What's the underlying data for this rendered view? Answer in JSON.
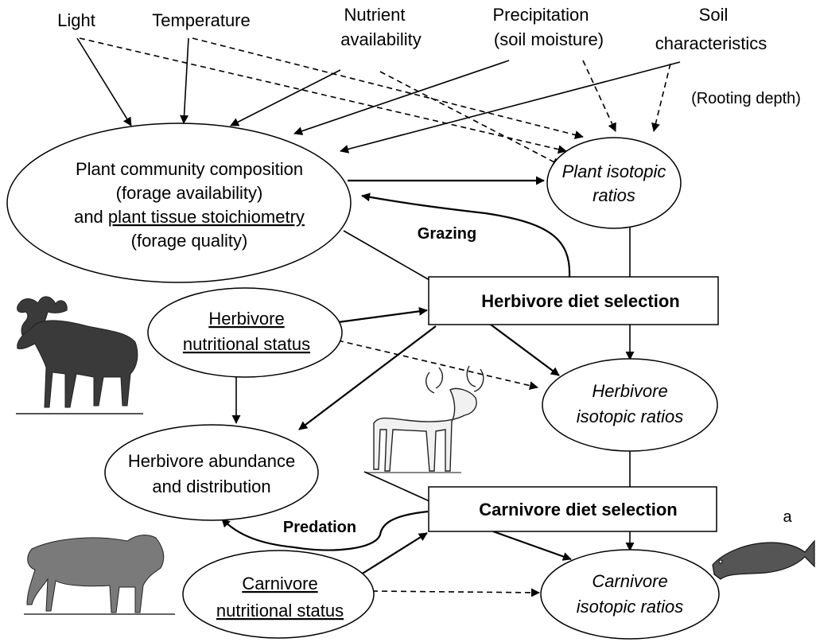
{
  "drivers": {
    "light": "Light",
    "temperature": "Temperature",
    "nutrient_line1": "Nutrient",
    "nutrient_line2": "availability",
    "precip_line1": "Precipitation",
    "precip_line2": "(soil moisture)",
    "soil_line1": "Soil",
    "soil_line2": "characteristics",
    "rooting": "(Rooting depth)"
  },
  "nodes": {
    "plant_community": {
      "line1": "Plant community  composition",
      "line2": "(forage availability)",
      "line3_prefix": "and ",
      "line3_underlined": "plant tissue stoichiometry",
      "line4": "(forage quality)"
    },
    "plant_isotopic": {
      "line1": "Plant isotopic",
      "line2": "ratios"
    },
    "herbivore_diet": "Herbivore diet selection",
    "herbivore_status": {
      "line1": "Herbivore",
      "line2": "nutritional status"
    },
    "herbivore_isotopic": {
      "line1": "Herbivore",
      "line2": "isotopic ratios"
    },
    "herbivore_abundance": {
      "line1": "Herbivore abundance",
      "line2": "and distribution"
    },
    "carnivore_diet": "Carnivore diet selection",
    "carnivore_status": {
      "line1": "Carnivore",
      "line2": "nutritional status"
    },
    "carnivore_isotopic": {
      "line1": "Carnivore",
      "line2": "isotopic ratios"
    }
  },
  "edge_labels": {
    "grazing": "Grazing",
    "predation": "Predation"
  },
  "panel_letter": "a",
  "illustrations": [
    "moose-illustration",
    "caribou-illustration",
    "wolf-illustration",
    "salmon-illustration"
  ]
}
